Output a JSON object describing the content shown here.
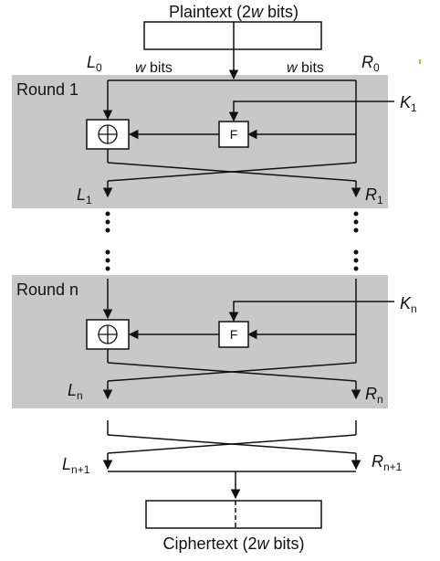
{
  "plaintext": {
    "before": "Plaintext (2",
    "var": "w",
    "after": " bits)"
  },
  "ciphertext": {
    "before": "Ciphertext (2",
    "var": "w",
    "after": " bits)"
  },
  "half_width": {
    "var": "w",
    "text": " bits"
  },
  "rounds": [
    {
      "label": "Round 1",
      "function": "F",
      "key": {
        "base": "K",
        "sub": "1"
      },
      "input_left": {
        "base": "L",
        "sub": "0"
      },
      "input_right": {
        "base": "R",
        "sub": "0"
      },
      "output_left": {
        "base": "L",
        "sub": "1"
      },
      "output_right": {
        "base": "R",
        "sub": "1"
      }
    },
    {
      "label": "Round n",
      "function": "F",
      "key": {
        "base": "K",
        "sub": "n"
      },
      "output_left": {
        "base": "L",
        "sub": "n"
      },
      "output_right": {
        "base": "R",
        "sub": "n"
      }
    }
  ],
  "final_left": {
    "base": "L",
    "sub": "n+1"
  },
  "final_right": {
    "base": "R",
    "sub": "n+1"
  },
  "colors": {
    "round_bg": "#c8c8c8",
    "stroke": "#111111",
    "accent": "#e8a33a"
  }
}
